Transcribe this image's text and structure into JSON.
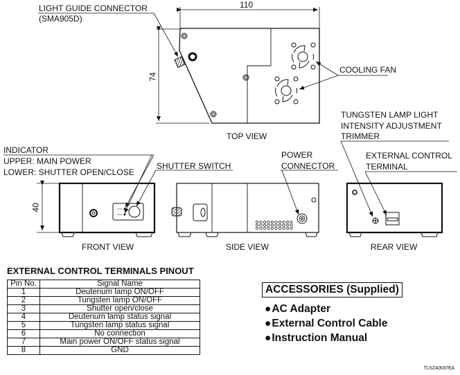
{
  "top_view": {
    "title": "TOP VIEW",
    "width_dim": "110",
    "depth_dim": "74",
    "callouts": {
      "light_guide_line1": "LIGHT GUIDE CONNECTOR",
      "light_guide_line2": "(SMA905D)",
      "cooling_fan": "COOLING FAN"
    }
  },
  "front_view": {
    "title": "FRONT VIEW",
    "height_dim": "40",
    "callouts": {
      "indicator_line1": "INDICATOR",
      "indicator_line2": "UPPER: MAIN POWER",
      "indicator_line3": "LOWER: SHUTTER OPEN/CLOSE",
      "shutter_switch": "SHUTTER SWITCH"
    }
  },
  "side_view": {
    "title": "SIDE VIEW",
    "callouts": {
      "power_line1": "POWER",
      "power_line2": "CONNECTOR"
    }
  },
  "rear_view": {
    "title": "REAR VIEW",
    "callouts": {
      "trimmer_line1": "TUNGSTEN LAMP LIGHT",
      "trimmer_line2": "INTENSITY ADJUSTMENT",
      "trimmer_line3": "TRIMMER",
      "ext_line1": "EXTERNAL CONTROL",
      "ext_line2": "TERMINAL"
    }
  },
  "pinout": {
    "title": "EXTERNAL CONTROL TERMINALS PINOUT",
    "headers": [
      "Pin No.",
      "Signal Name"
    ],
    "rows": [
      [
        "1",
        "Deuterium lamp ON/OFF"
      ],
      [
        "2",
        "Tungsten lamp ON/OFF"
      ],
      [
        "3",
        "Shutter open/close"
      ],
      [
        "4",
        "Deuterium lamp status signal"
      ],
      [
        "5",
        "Tungsten lamp status signal"
      ],
      [
        "6",
        "No connection"
      ],
      [
        "7",
        "Main power ON/OFF status signal"
      ],
      [
        "8",
        "GND"
      ]
    ]
  },
  "accessories": {
    "title": "ACCESSORIES (Supplied)",
    "bullet": "●",
    "items": [
      "AC Adapter",
      "External Control Cable",
      "Instruction Manual"
    ]
  },
  "figure_code": "TLSZA0037EA"
}
